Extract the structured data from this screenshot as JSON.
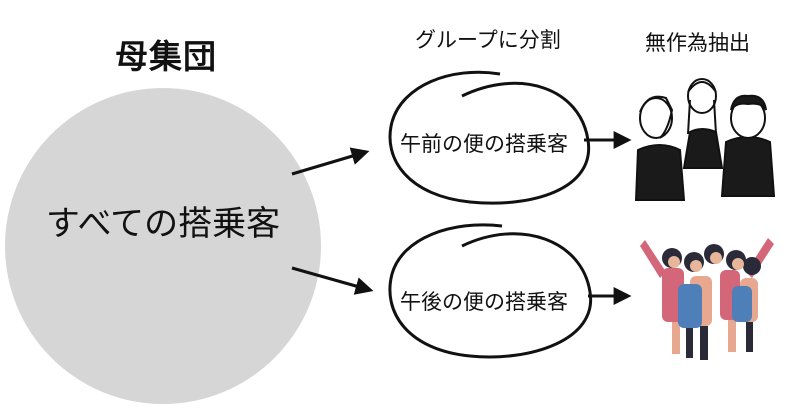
{
  "title": "母集団",
  "headers": {
    "split": "グループに分割",
    "random": "無作為抽出"
  },
  "population": {
    "label": "すべての搭乗客",
    "color": "#d6d6d6"
  },
  "groups": [
    {
      "label": "午前の便の搭乗客"
    },
    {
      "label": "午後の便の搭乗客"
    }
  ],
  "icons": {
    "sample": "three-people-illustration",
    "crowd": "crowd-illustration"
  }
}
